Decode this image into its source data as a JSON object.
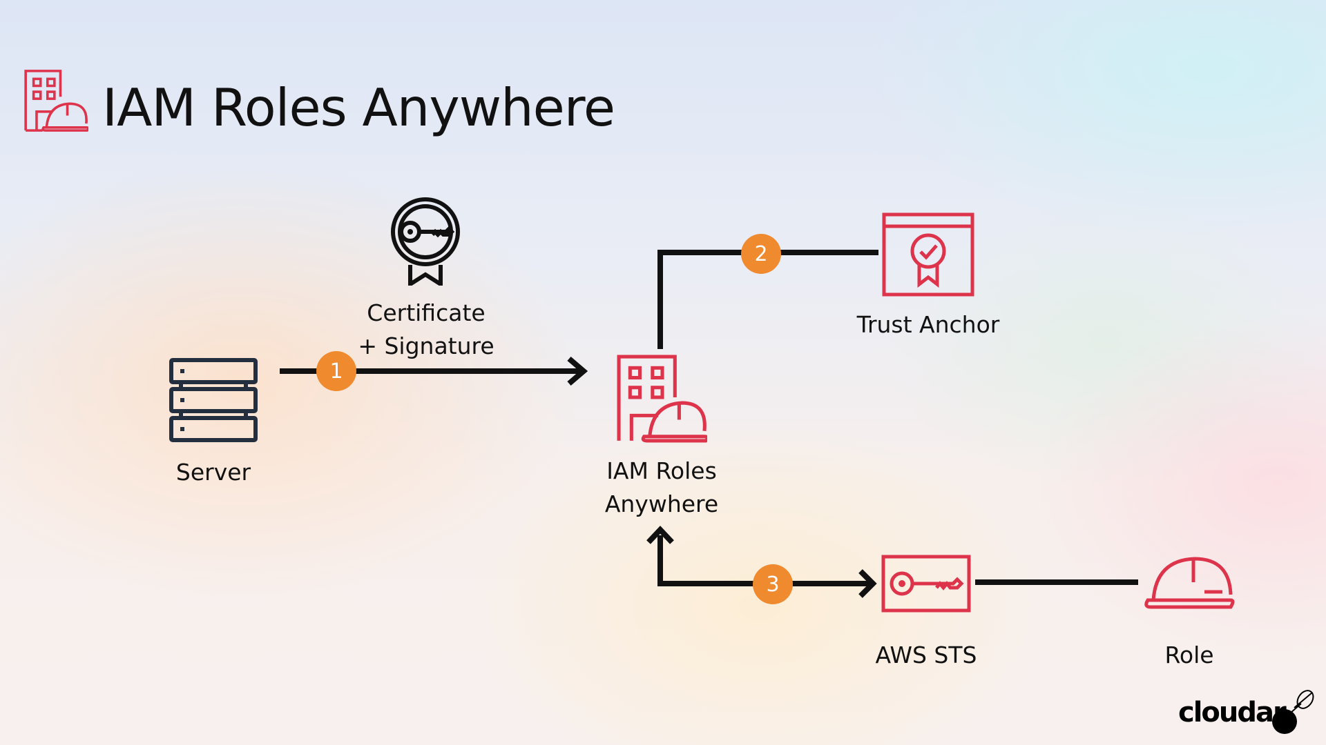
{
  "title": "IAM Roles Anywhere",
  "nodes": {
    "server": {
      "label": "Server",
      "icon": "server-icon"
    },
    "certificate": {
      "line1": "Certificate",
      "line2": "+ Signature",
      "icon": "certificate-key-icon"
    },
    "iam_roles_anywhere": {
      "line1": "IAM Roles",
      "line2": "Anywhere",
      "icon": "iam-roles-anywhere-icon"
    },
    "trust_anchor": {
      "label": "Trust Anchor",
      "icon": "trust-anchor-certificate-icon"
    },
    "aws_sts": {
      "label": "AWS STS",
      "icon": "sts-key-icon"
    },
    "role": {
      "label": "Role",
      "icon": "role-helmet-icon"
    }
  },
  "steps": [
    "1",
    "2",
    "3"
  ],
  "logo": {
    "text": "cloudar"
  },
  "colors": {
    "aws_red": "#dd344c",
    "dark": "#232f3e",
    "badge": "#ef8a2f",
    "line": "#111111"
  }
}
